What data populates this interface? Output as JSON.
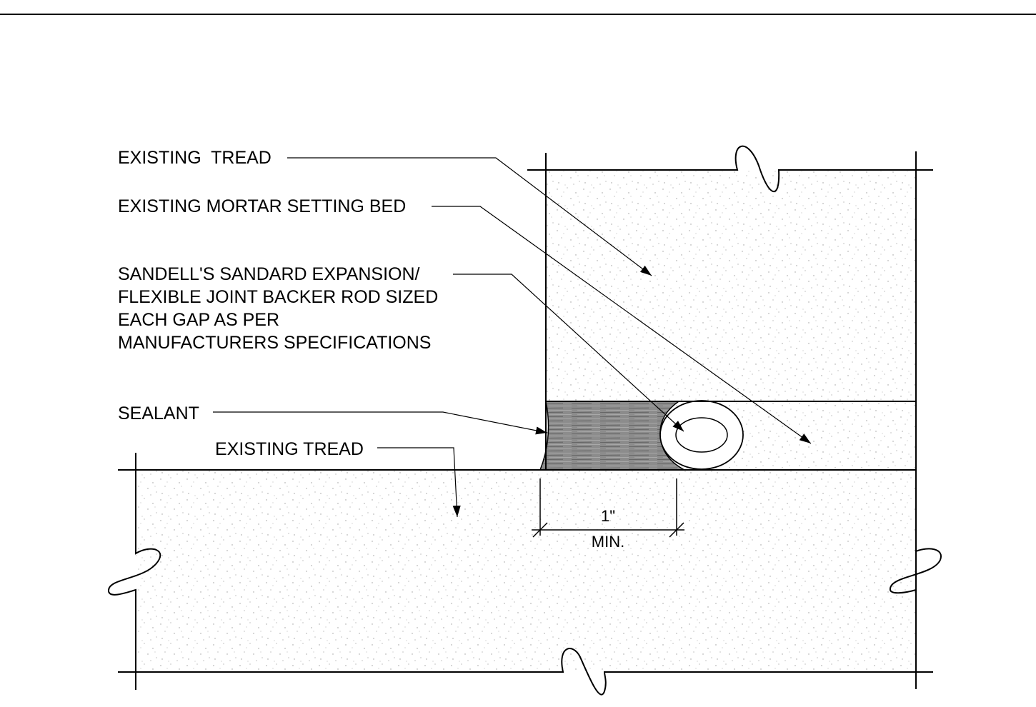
{
  "labels": {
    "existing_tread_upper": "EXISTING  TREAD",
    "existing_mortar_setting_bed": "EXISTING MORTAR SETTING BED",
    "backer_rod_lines": [
      "SANDELL'S SANDARD EXPANSION/",
      "FLEXIBLE JOINT BACKER ROD SIZED",
      "EACH GAP AS PER",
      "MANUFACTURERS SPECIFICATIONS"
    ],
    "sealant": "SEALANT",
    "existing_tread_lower": "EXISTING TREAD"
  },
  "dimension": {
    "value": "1\"",
    "qualifier": "MIN."
  },
  "colors": {
    "line": "#000000",
    "sealant_fill": "#8c8c8c",
    "stipple": "#9a9a9a",
    "background": "#ffffff"
  }
}
